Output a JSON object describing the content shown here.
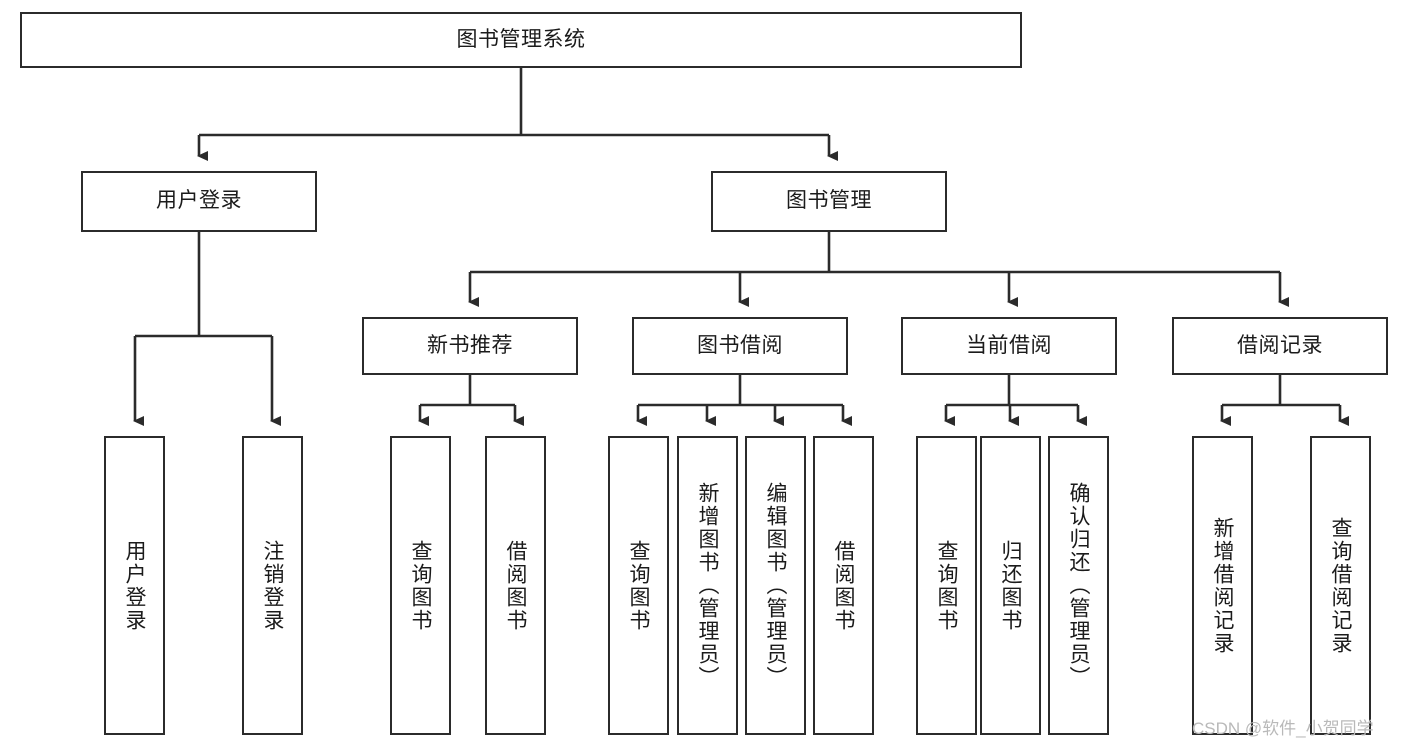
{
  "diagram": {
    "type": "tree",
    "title": "图书管理系统",
    "watermark": "CSDN @软件_小贺同学",
    "colors": {
      "box_border": "#2b2b2b",
      "box_fill": "#ffffff",
      "edge": "#2b2b2b",
      "text": "#1b1b1b",
      "watermark": "#b9b9b9"
    },
    "nodes": {
      "root": {
        "label": "图书管理系统",
        "orientation": "horizontal"
      },
      "l2": [
        {
          "label": "用户登录",
          "orientation": "horizontal"
        },
        {
          "label": "图书管理",
          "orientation": "horizontal"
        }
      ],
      "l3": [
        {
          "label": "新书推荐",
          "orientation": "horizontal"
        },
        {
          "label": "图书借阅",
          "orientation": "horizontal"
        },
        {
          "label": "当前借阅",
          "orientation": "horizontal"
        },
        {
          "label": "借阅记录",
          "orientation": "horizontal"
        }
      ],
      "leaves": {
        "user_login": [
          {
            "label": "用户登录",
            "orientation": "vertical"
          },
          {
            "label": "注销登录",
            "orientation": "vertical"
          }
        ],
        "new_book_rec": [
          {
            "label": "查询图书",
            "orientation": "vertical"
          },
          {
            "label": "借阅图书",
            "orientation": "vertical"
          }
        ],
        "book_borrow": [
          {
            "label": "查询图书",
            "orientation": "vertical"
          },
          {
            "label": "新增图书（管理员）",
            "orientation": "vertical"
          },
          {
            "label": "编辑图书（管理员）",
            "orientation": "vertical"
          },
          {
            "label": "借阅图书",
            "orientation": "vertical"
          }
        ],
        "current_borrow": [
          {
            "label": "查询图书",
            "orientation": "vertical"
          },
          {
            "label": "归还图书",
            "orientation": "vertical"
          },
          {
            "label": "确认归还（管理员）",
            "orientation": "vertical"
          }
        ],
        "borrow_record": [
          {
            "label": "新增借阅记录",
            "orientation": "vertical"
          },
          {
            "label": "查询借阅记录",
            "orientation": "vertical"
          }
        ]
      }
    }
  }
}
